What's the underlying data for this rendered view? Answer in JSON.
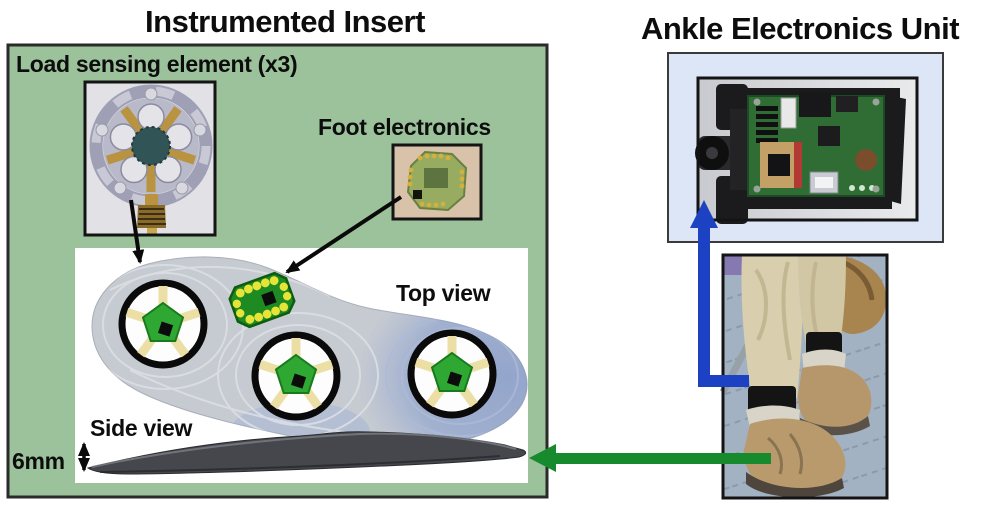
{
  "figure": {
    "left_panel": {
      "title": "Instrumented Insert",
      "load_sensor_label": "Load sensing element (x3)",
      "foot_electronics_label": "Foot electronics",
      "top_view_label": "Top view",
      "side_view_label": "Side view",
      "thickness_label": "6mm",
      "sensor_count": 3
    },
    "right_panel": {
      "title": "Ankle Electronics Unit"
    },
    "colors": {
      "panel_green": "#9cc29c",
      "panel_blue": "#dce6f6",
      "arrow_blue": "#1c41c3",
      "arrow_green": "#188a2e",
      "sensor_pentagon_green": "#2ea833",
      "sensor_spoke_tan": "#ecdfa6",
      "insole_toe_blue": "#6e89c6",
      "pcb_dot_yellow": "#e6e437"
    }
  }
}
